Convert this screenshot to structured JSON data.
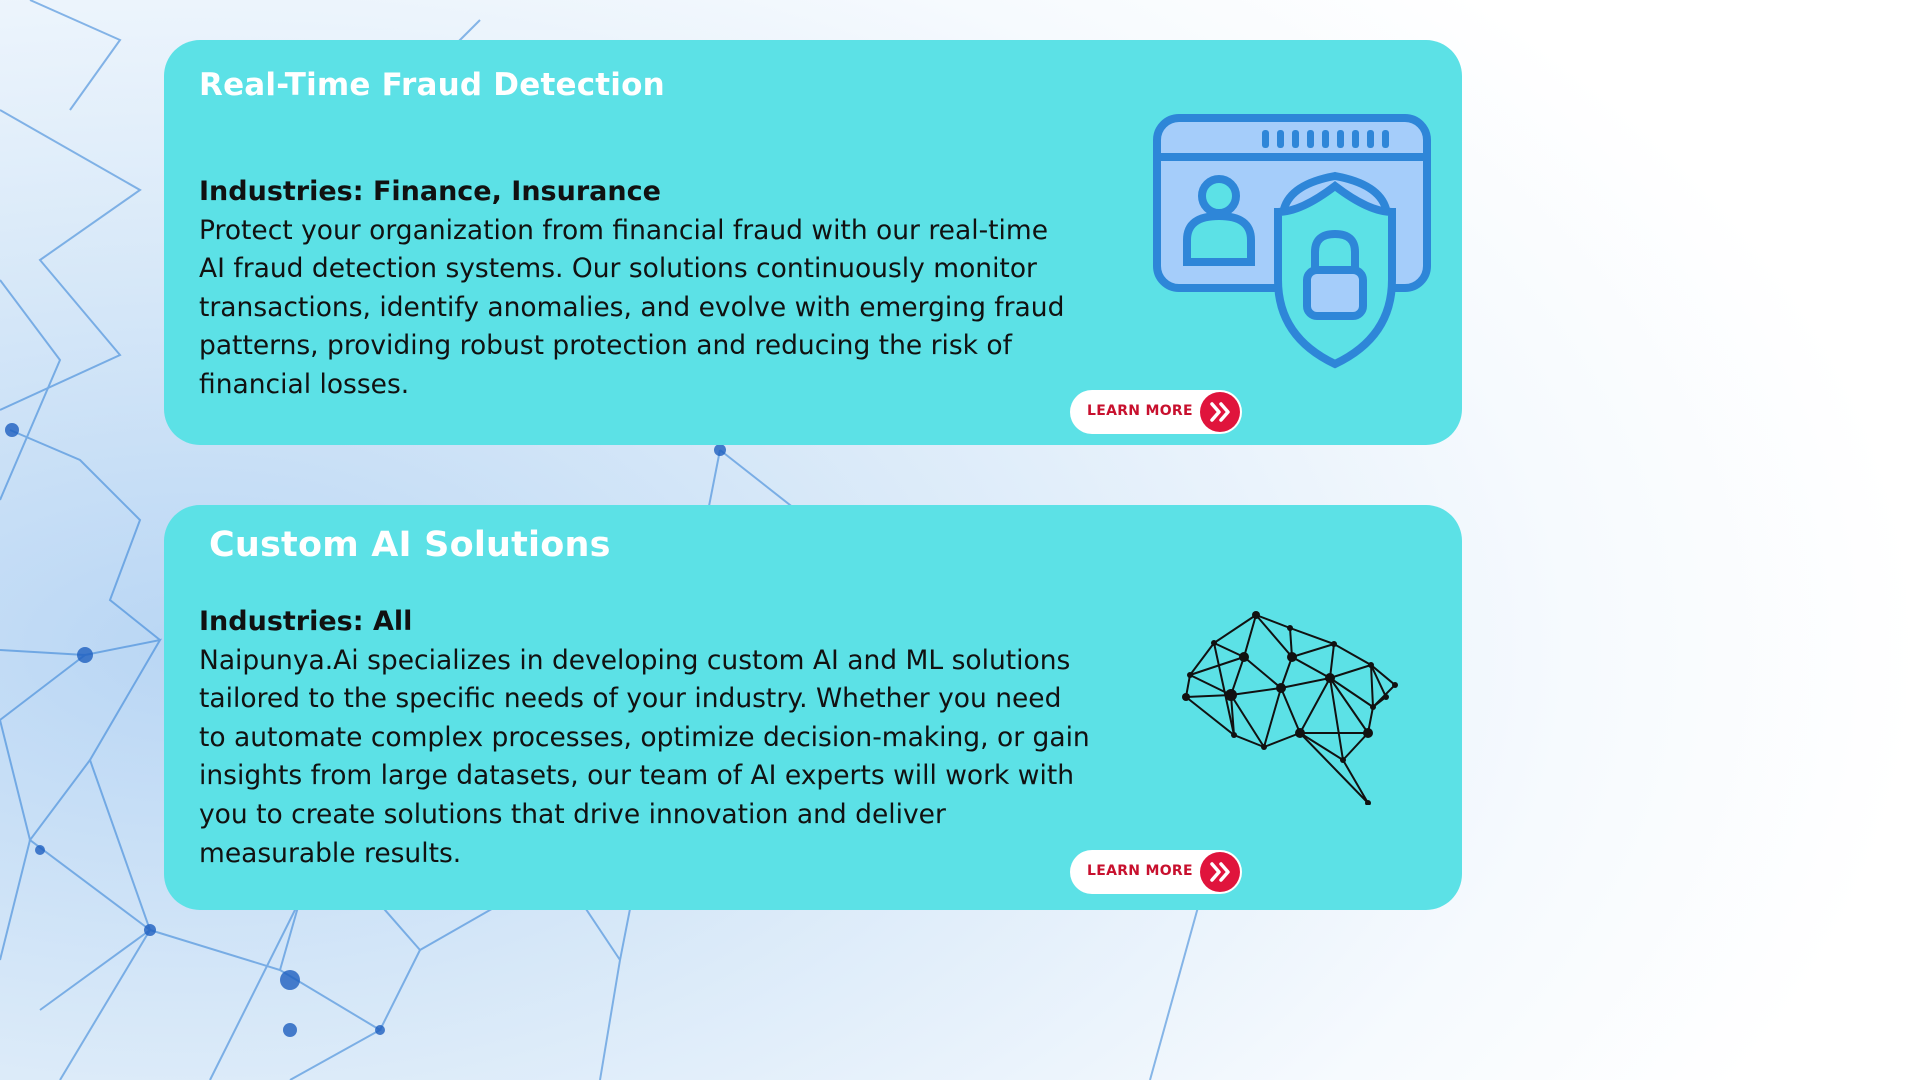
{
  "cards": [
    {
      "title": "Real-Time Fraud Detection",
      "industries": "Industries: Finance, Insurance",
      "description": "Protect your organization from financial fraud with our real-time\nAI fraud detection systems. Our solutions continuously monitor\ntransactions, identify anomalies, and evolve with emerging fraud\npatterns, providing robust protection and reducing the risk of\nfinancial losses.",
      "button_label": "LEARN MORE",
      "button_icon": "double-chevron-right-icon",
      "illustration_icon": "user-shield-lock-icon"
    },
    {
      "title": "Custom AI Solutions",
      "industries": "Industries: All",
      "description": "Naipunya.Ai specializes in developing custom AI and ML solutions\ntailored to the specific needs of your industry. Whether you need\nto automate complex processes, optimize decision-making, or gain\ninsights from large datasets, our team of AI experts will work with\nyou to create solutions that drive innovation and deliver\nmeasurable results.",
      "button_label": "LEARN MORE",
      "button_icon": "double-chevron-right-icon",
      "illustration_icon": "neural-brain-icon"
    }
  ],
  "colors": {
    "card_background": "#5ce1e6",
    "title_text": "#ffffff",
    "body_text": "#111111",
    "button_accent": "#e0143c",
    "illustration_blue": "#2e86d8"
  }
}
